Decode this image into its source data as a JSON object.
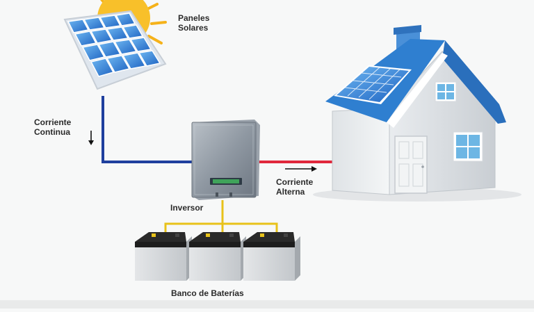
{
  "labels": {
    "panels_line1": "Paneles",
    "panels_line2": "Solares",
    "dc_line1": "Corriente",
    "dc_line2": "Continua",
    "ac_line1": "Corriente",
    "ac_line2": "Alterna",
    "inverter": "Inversor",
    "batteries": "Banco de Baterías"
  },
  "colors": {
    "dc_wire": "#1f3f9e",
    "ac_wire": "#e0283c",
    "battery_wire": "#e8c21a",
    "roof": "#2f7fd0",
    "panel_cell": "#2f7fd8",
    "sun": "#f5b21a"
  }
}
